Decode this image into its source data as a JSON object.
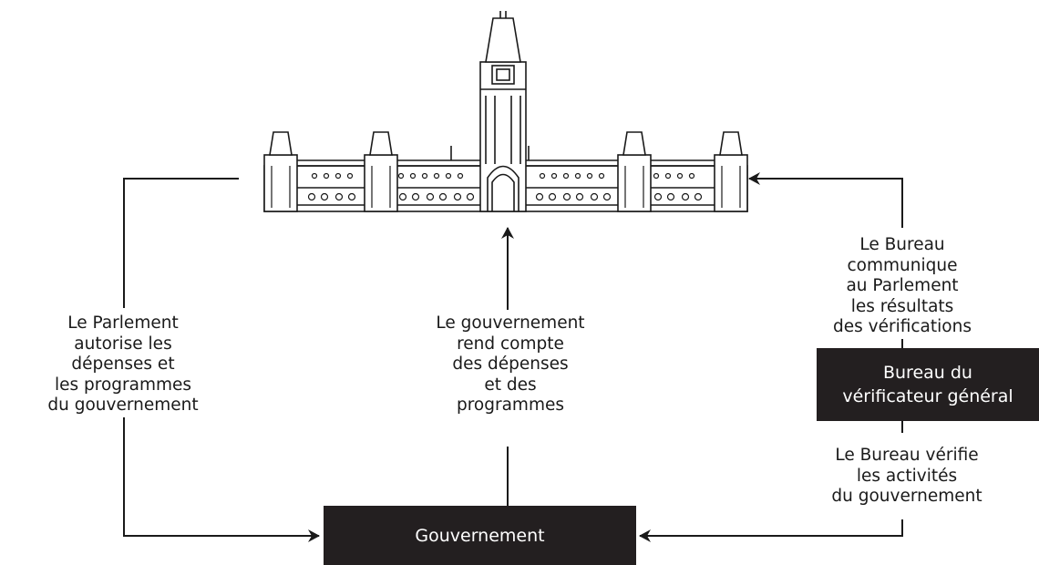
{
  "boxes": {
    "government": "Gouvernement",
    "auditor_office": "Bureau du\nvérificateur général"
  },
  "labels": {
    "parliament_authorizes": "Le Parlement\nautorise les\ndépenses et\nles programmes\ndu gouvernement",
    "government_accounts": "Le gouvernement\nrend compte\ndes dépenses\net des\nprogrammes",
    "office_reports": "Le Bureau\ncommunique\nau Parlement\nles résultats\ndes vérifications",
    "office_audits": "Le Bureau vérifie\nles activités\ndu  gouvernement"
  },
  "colors": {
    "box_fill": "#231f20",
    "box_text": "#ffffff",
    "line": "#1a1a1a",
    "text": "#1a1a1a"
  },
  "icons": {
    "building": "parliament-building-icon"
  }
}
